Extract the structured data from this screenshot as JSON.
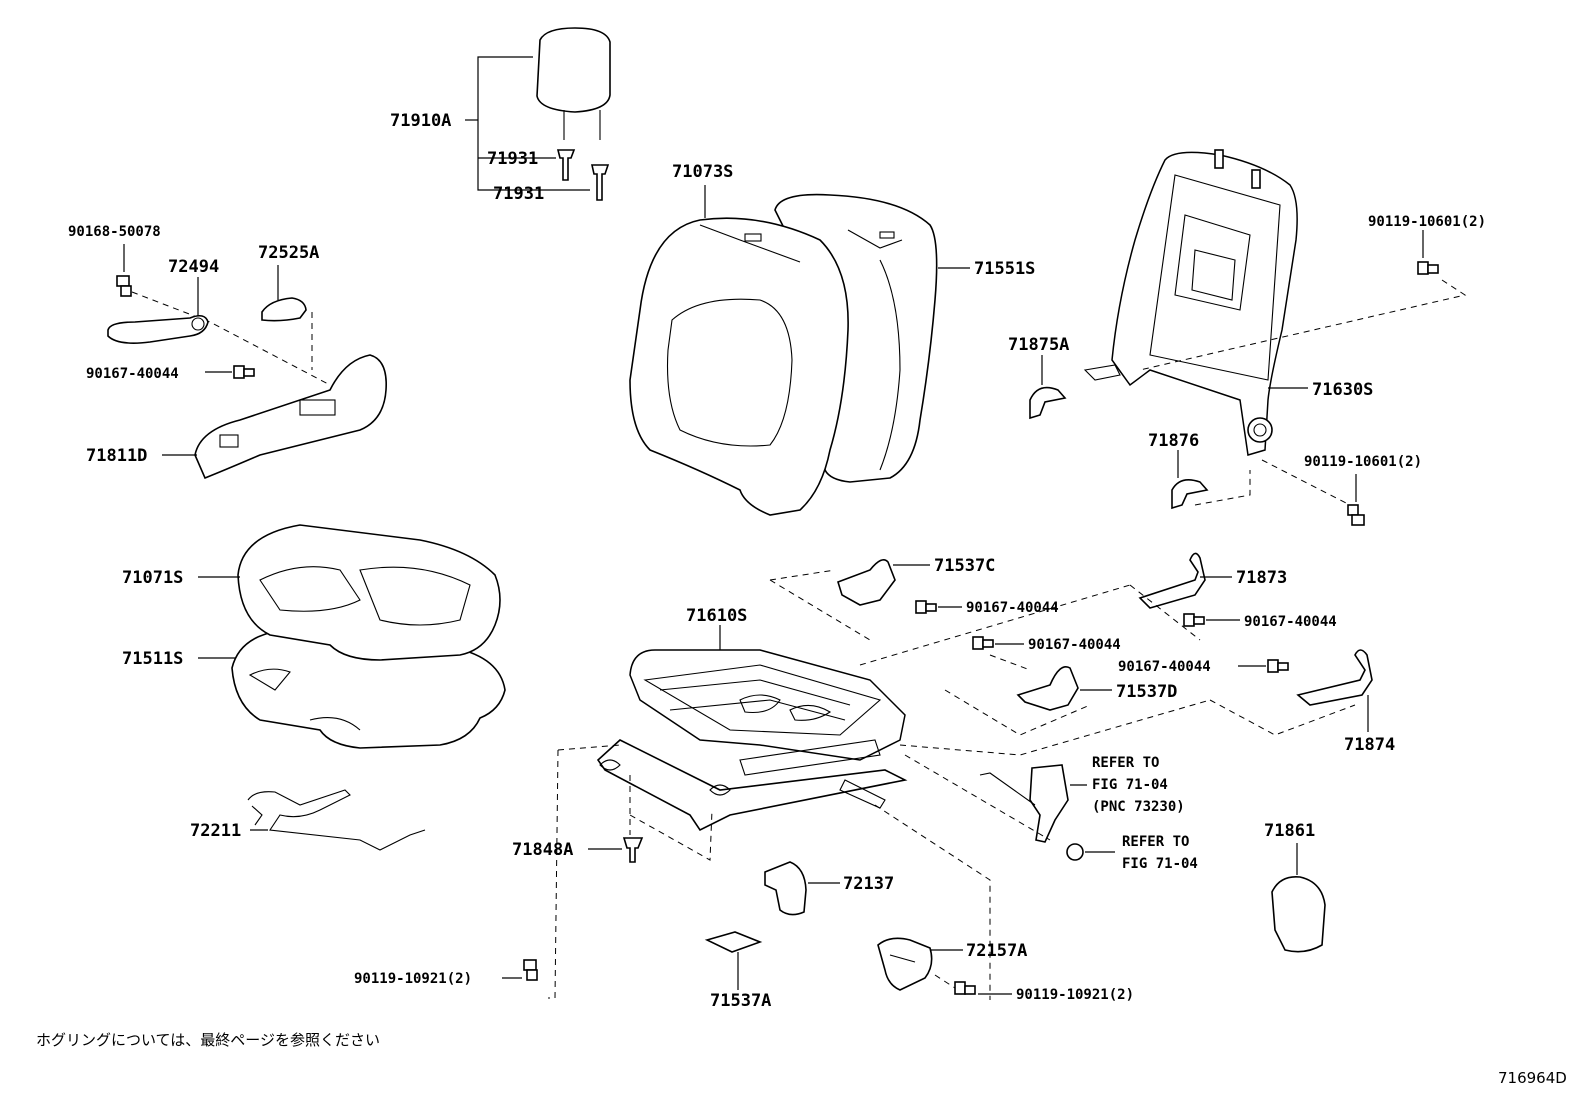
{
  "labels": {
    "p71910A": "71910A",
    "p71931a": "71931",
    "p71931b": "71931",
    "p71073S": "71073S",
    "p71551S": "71551S",
    "p90168_50078": "90168-50078",
    "p72494": "72494",
    "p72525A": "72525A",
    "p90167_40044_a": "90167-40044",
    "p71811D": "71811D",
    "p90119_10601_a": "90119-10601(2)",
    "p71875A": "71875A",
    "p71630S": "71630S",
    "p71876": "71876",
    "p90119_10601_b": "90119-10601(2)",
    "p71071S": "71071S",
    "p71511S": "71511S",
    "p71537C": "71537C",
    "p90167_40044_b": "90167-40044",
    "p71873": "71873",
    "p90167_40044_c": "90167-40044",
    "p71610S": "71610S",
    "p90167_40044_d": "90167-40044",
    "p90167_40044_e": "90167-40044",
    "p71537D": "71537D",
    "p71874": "71874",
    "p72211": "72211",
    "p71848A": "71848A",
    "p72137": "72137",
    "p71861": "71861",
    "p72157A": "72157A",
    "p90119_10921_a": "90119-10921(2)",
    "p90119_10921_b": "90119-10921(2)",
    "p71537A": "71537A"
  },
  "notes": {
    "refer1_line1": "REFER TO",
    "refer1_line2": "FIG 71-04",
    "refer1_line3": "(PNC 73230)",
    "refer2_line1": "REFER TO",
    "refer2_line2": "FIG 71-04",
    "japanese_note": "ホグリングについては、最終ページを参照ください",
    "figure_id": "716964D"
  }
}
